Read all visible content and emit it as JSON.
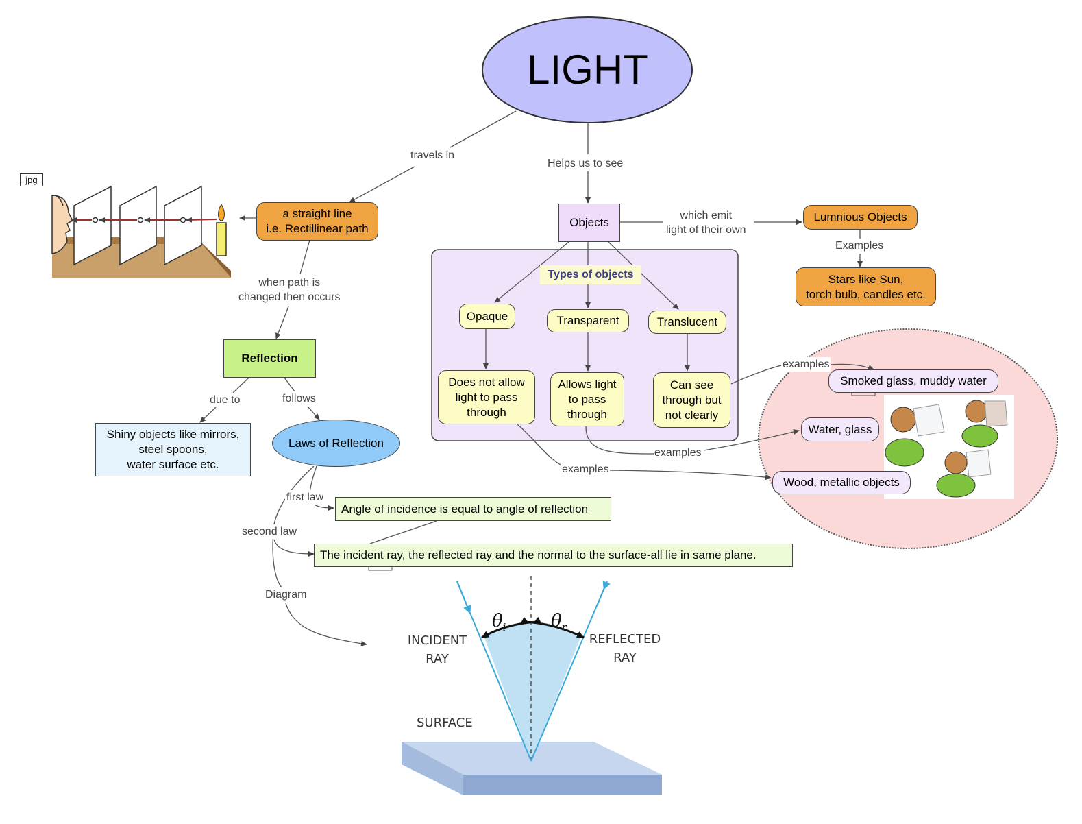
{
  "central": {
    "title": "LIGHT"
  },
  "file_tag": "jpg",
  "nodes": {
    "straight_line": "a straight line\ni.e. Rectillinear path",
    "objects": "Objects",
    "luminous": "Lumnious Objects",
    "luminous_examples": "Stars like Sun,\ntorch bulb, candles etc.",
    "types_title": "Types of  objects",
    "opaque": "Opaque",
    "transparent": "Transparent",
    "translucent": "Translucent",
    "opaque_desc": "Does not allow\nlight to pass\nthrough",
    "transparent_desc": "Allows light\nto pass\nthrough",
    "translucent_desc": "Can see\nthrough but\nnot clearly",
    "smoked_glass": "Smoked glass, muddy water",
    "water_glass": "Water, glass",
    "wood_metal": "Wood, metallic objects",
    "reflection": "Reflection",
    "shiny": "Shiny objects like mirrors,\nsteel spoons,\nwater surface etc.",
    "laws": "Laws of Reflection",
    "first_law_text": "Angle of incidence is equal to angle of reflection",
    "second_law_text": "The incident ray, the reflected ray and the normal to the surface-all lie in same plane."
  },
  "links": {
    "travels_in": "travels in",
    "helps_see": "Helps us  to see",
    "which_emit": "which emit\nlight of their own",
    "examples_lum": "Examples",
    "when_path": "when path is\nchanged then occurs",
    "due_to": "due to",
    "follows": "follows",
    "first_law": "first law",
    "second_law": "second law",
    "diagram": "Diagram",
    "examples_translucent": "examples",
    "examples_transparent": "examples",
    "examples_opaque": "examples"
  },
  "reflection_diagram": {
    "theta_i": "θ",
    "theta_i_sub": "i",
    "theta_r": "θ",
    "theta_r_sub": "r",
    "incident_ray": "INCIDENT\nRAY",
    "reflected_ray": "REFLECTED\nRAY",
    "surface": "SURFACE"
  },
  "colors": {
    "central_fill": "#c0c0fc",
    "orange": "#f0a441",
    "yellow": "#fdfcc4",
    "group_box": "#f0e4fa",
    "examples_circle": "#fbd9d9",
    "ray_blue": "#3aa8d8",
    "wedge_blue": "#bfe1f3"
  }
}
